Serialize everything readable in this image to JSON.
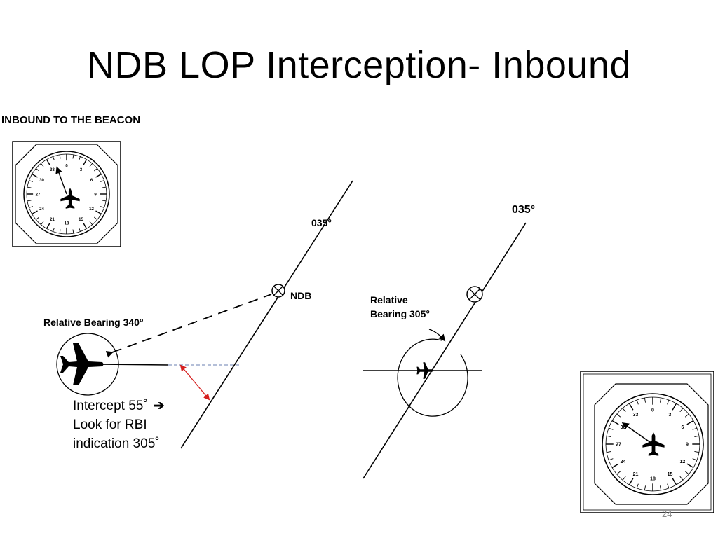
{
  "title": "NDB LOP Interception- Inbound",
  "section_label": "INBOUND TO THE BEACON",
  "labels": {
    "relative_bearing_left": "Relative Bearing 340°",
    "course_left": "035°",
    "course_right": "035°",
    "ndb": "NDB",
    "relative_bearing_right_line1": "Relative",
    "relative_bearing_right_line2": "Bearing 305°"
  },
  "note": {
    "line1": "Intercept 55˚",
    "arrow": "➔",
    "line2": "Look for RBI",
    "line3": "indication 305˚"
  },
  "rbi_left": {
    "card_labels": [
      "0",
      "3",
      "6",
      "9",
      "12",
      "15",
      "18",
      "21",
      "24",
      "27",
      "30",
      "33"
    ],
    "needle_deg": 340
  },
  "rbi_right": {
    "card_labels": [
      "0",
      "3",
      "6",
      "9",
      "12",
      "15",
      "18",
      "21",
      "24",
      "27",
      "30",
      "33"
    ],
    "needle_deg": 305
  },
  "page_number": "24",
  "colors": {
    "text": "#000000",
    "intercept_arrow": "#d62020",
    "reference_dash": "#6a7fb0",
    "page_number": "#8a8a8a"
  }
}
